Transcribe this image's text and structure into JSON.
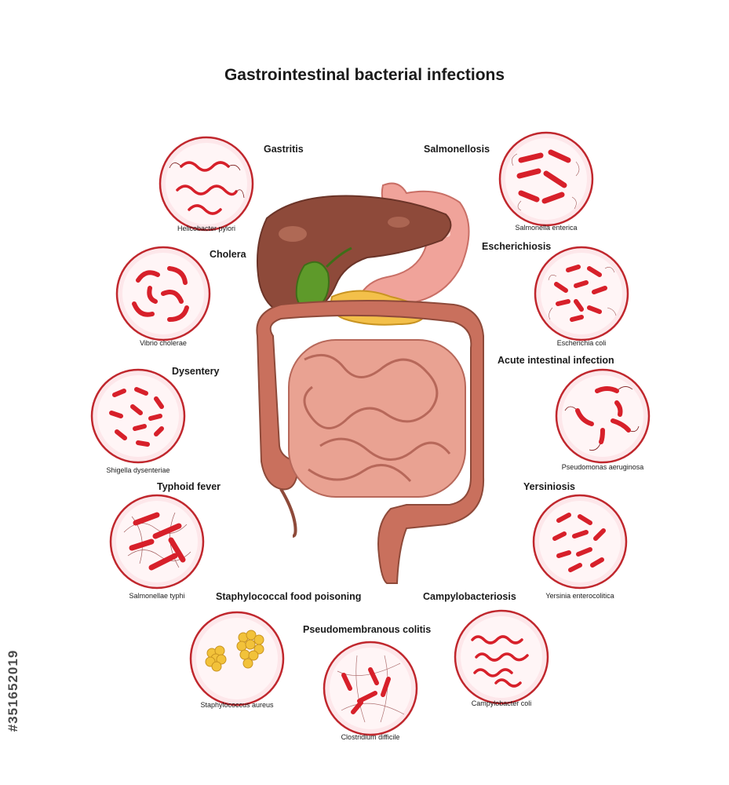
{
  "title": "Gastrointestinal bacterial infections",
  "stock_id": "#351652019",
  "colors": {
    "circle_ring": "#c0272d",
    "circle_fill": "#fde7ea",
    "bacteria": "#d7202a",
    "cocci": "#f2c23a",
    "liver": "#8e4a3a",
    "stomach": "#f0a39a",
    "gallbladder": "#5e9a2a",
    "pancreas": "#f3c04a",
    "intestine": "#c9705d",
    "small_intestine": "#e9a292"
  },
  "infections": [
    {
      "id": "gastritis",
      "disease": "Gastritis",
      "bacterium": "Helicobacter pylori",
      "shape": "spiral"
    },
    {
      "id": "cholera",
      "disease": "Cholera",
      "bacterium": "Vibrio cholerae",
      "shape": "vibrio"
    },
    {
      "id": "dysentery",
      "disease": "Dysentery",
      "bacterium": "Shigella dysenteriae",
      "shape": "short-rods"
    },
    {
      "id": "typhoid",
      "disease": "Typhoid fever",
      "bacterium": "Salmonellae typhi",
      "shape": "flagellated-rods"
    },
    {
      "id": "staph",
      "disease": "Staphylococcal food poisoning",
      "bacterium": "Staphylococcus aureus",
      "shape": "cocci"
    },
    {
      "id": "pseudomembranous",
      "disease": "Pseudomembranous colitis",
      "bacterium": "Clostridium difficile",
      "shape": "flagellated-rods"
    },
    {
      "id": "campylo",
      "disease": "Campylobacteriosis",
      "bacterium": "Campylobacter coli",
      "shape": "spiral"
    },
    {
      "id": "yersiniosis",
      "disease": "Yersiniosis",
      "bacterium": "Yersinia enterocolitica",
      "shape": "short-rods"
    },
    {
      "id": "acute",
      "disease": "Acute intestinal infection",
      "bacterium": "Pseudomonas aeruginosa",
      "shape": "flagellated-rods"
    },
    {
      "id": "escherichiosis",
      "disease": "Escherichiosis",
      "bacterium": "Escherichia coli",
      "shape": "flagellated-rods"
    },
    {
      "id": "salmonellosis",
      "disease": "Salmonellosis",
      "bacterium": "Salmonella enterica",
      "shape": "flagellated-rods"
    }
  ]
}
